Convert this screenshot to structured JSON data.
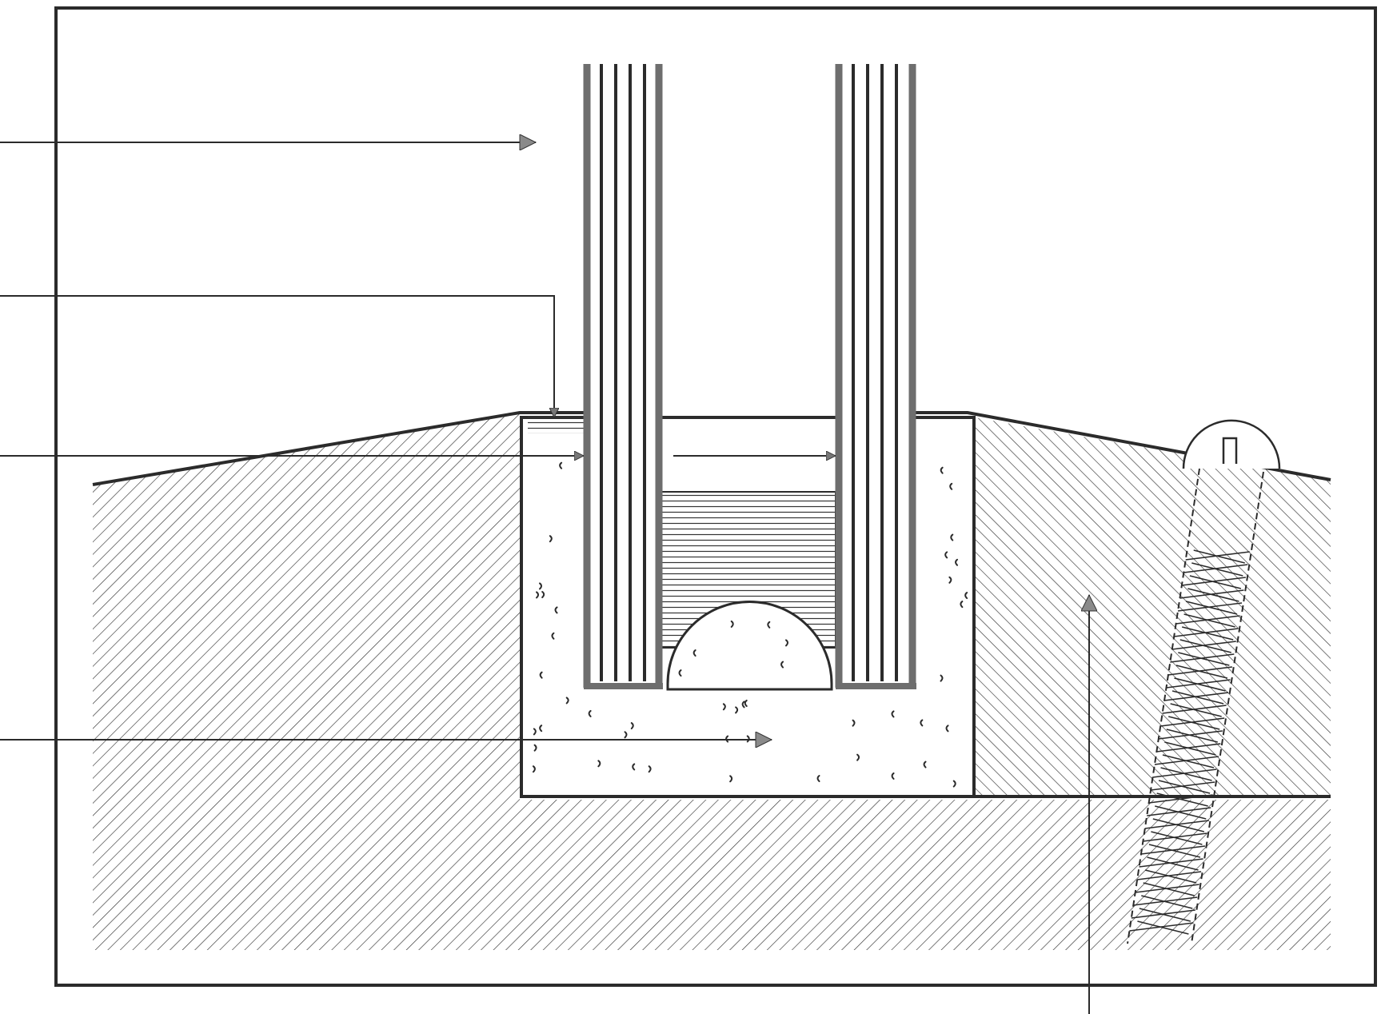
{
  "diagram": {
    "kind": "cross-section",
    "labels": [],
    "colors": {
      "ink": "#2b2b2b",
      "heavy": "#6e6e6e",
      "background": "#ffffff",
      "hatch": "#333333"
    },
    "elements": [
      "frame",
      "left-slope-hatch",
      "base-hatch",
      "right-block-hatch",
      "sealant-fill",
      "glass-pane-left",
      "glass-pane-right",
      "insulated-cavity",
      "rubber-bead",
      "screw",
      "shim",
      "callout-arrow-1",
      "callout-arrow-2",
      "callout-arrow-3",
      "callout-arrow-4",
      "callout-arrow-5"
    ]
  }
}
